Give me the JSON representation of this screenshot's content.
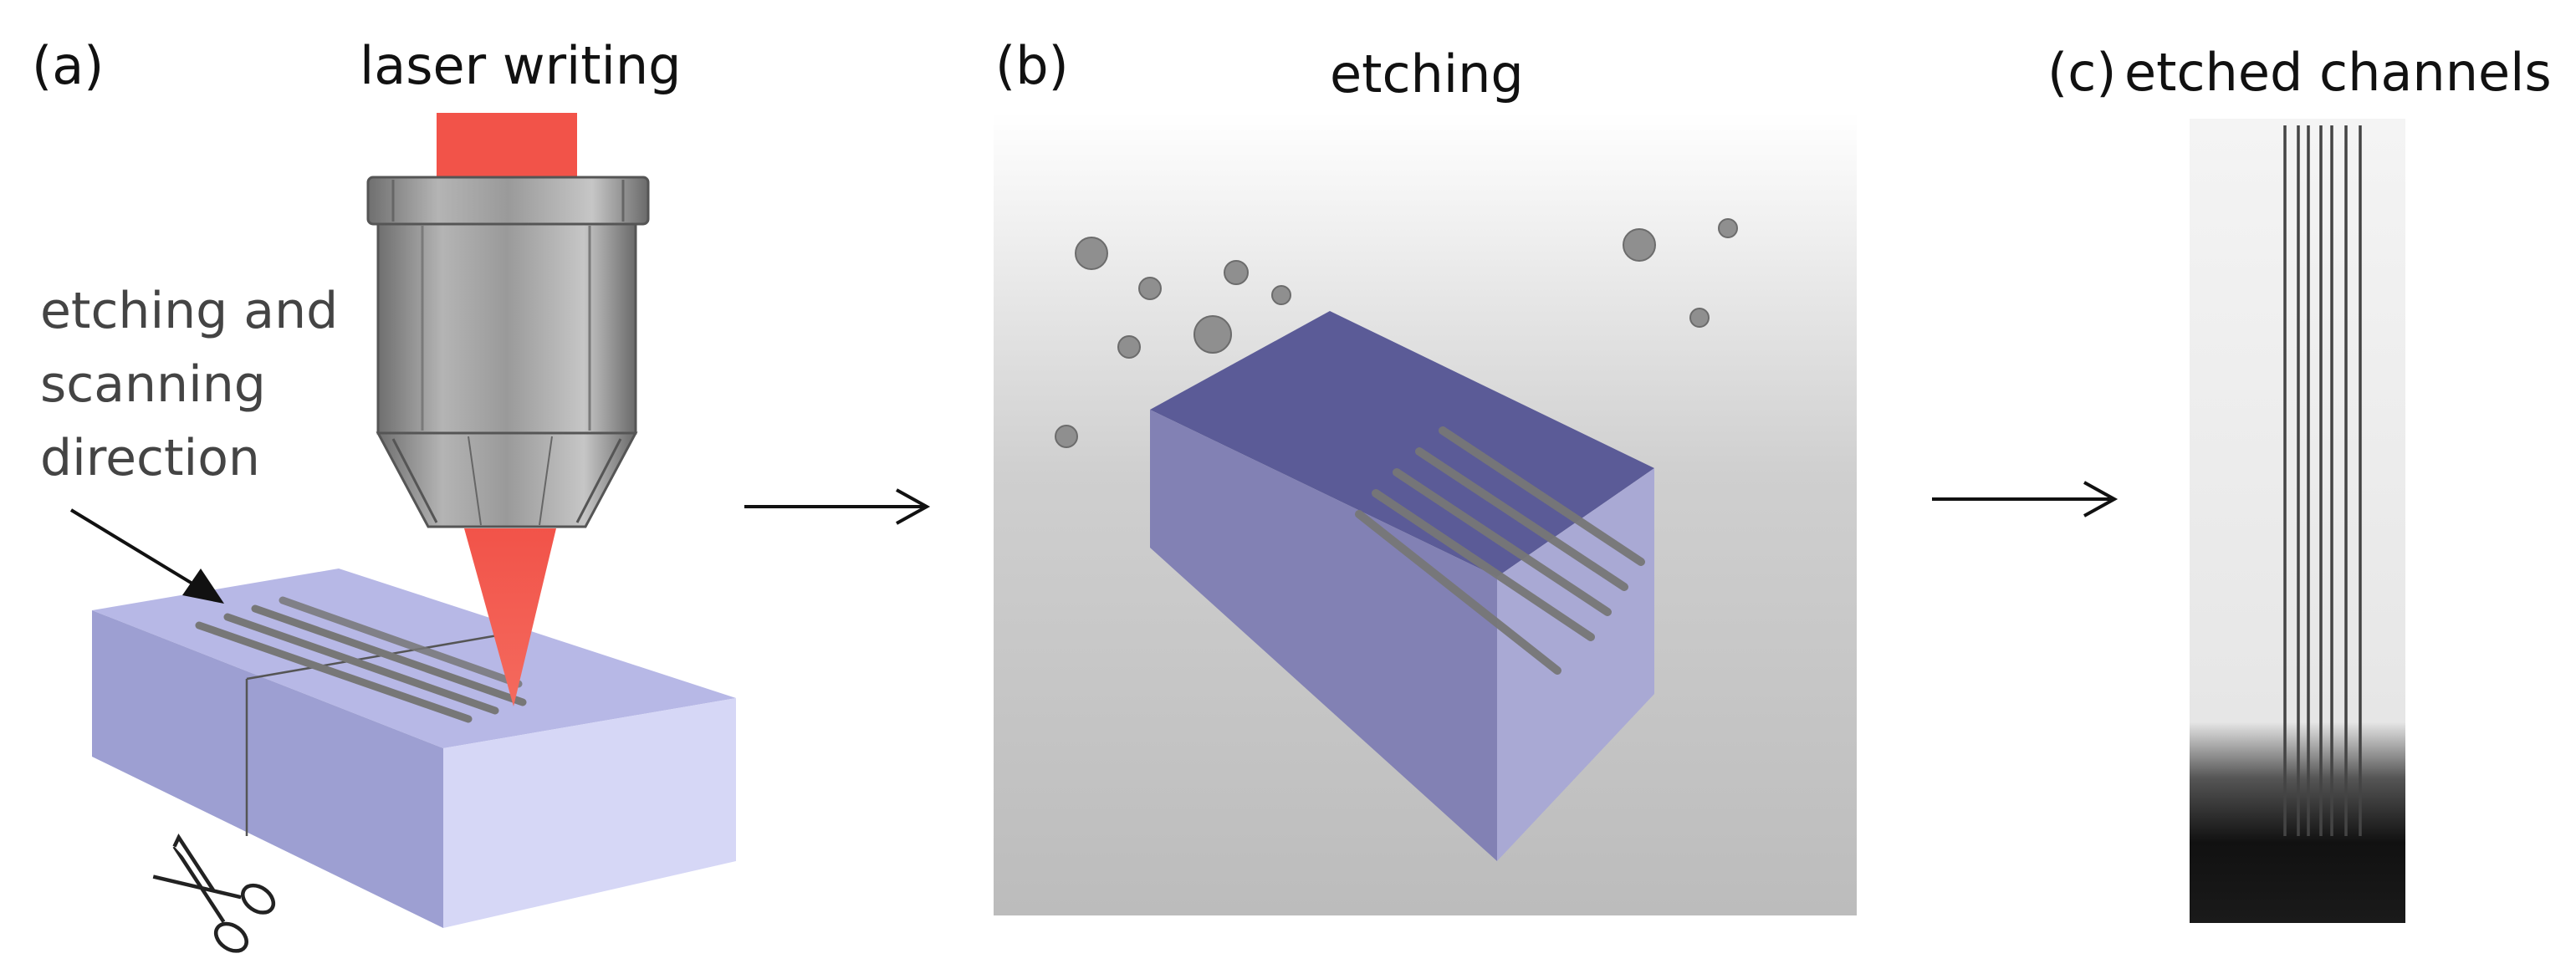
{
  "panels": {
    "a": {
      "letter": "(a)",
      "title": "laser writing",
      "annotation_lines": [
        "etching and",
        "scanning",
        "direction"
      ]
    },
    "b": {
      "letter": "(b)",
      "title": "etching"
    },
    "c": {
      "letter": "(c)",
      "title": "etched channels"
    }
  },
  "colors": {
    "laser": "#f25349",
    "glass_top": "#b7b8e6",
    "glass_front": "#9d9fd2",
    "glass_side": "#d6d7f6",
    "etched_top": "#5b5b97",
    "etched_front": "#8281b4",
    "etched_side": "#a9a9d4",
    "objective": "#8c8c8c",
    "bubble": "#8f8f8f"
  },
  "icons": [
    "scissors-icon",
    "right-arrow-icon"
  ]
}
